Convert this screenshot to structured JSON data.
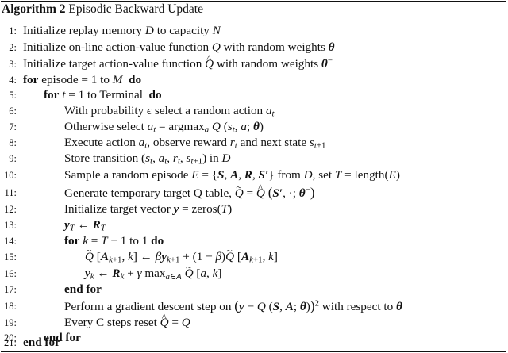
{
  "caption": {
    "label": "Algorithm 2",
    "title": "Episodic Backward Update"
  },
  "keywords": {
    "for": "for",
    "do": "do",
    "end_for": "end for"
  },
  "lines": [
    {
      "n": "1:",
      "text": "Initialize replay memory"
    },
    {
      "n": "2:",
      "text": "Initialize on-line action-value function"
    },
    {
      "n": "3:",
      "text": "Initialize target action-value function"
    },
    {
      "n": "4:",
      "text": "episode = 1 to"
    },
    {
      "n": "5:",
      "text": "to Terminal"
    },
    {
      "n": "6:",
      "text": "With probability"
    },
    {
      "n": "7:",
      "text": "Otherwise select"
    },
    {
      "n": "8:",
      "text": "Execute action"
    },
    {
      "n": "9:",
      "text": "Store transition"
    },
    {
      "n": "10:",
      "text": "Sample a random episode"
    },
    {
      "n": "11:",
      "text": "Generate temporary target Q table,"
    },
    {
      "n": "12:",
      "text": "Initialize target vector"
    },
    {
      "n": "13:",
      "text": ""
    },
    {
      "n": "14:",
      "text": ""
    },
    {
      "n": "15:",
      "text": ""
    },
    {
      "n": "16:",
      "text": ""
    },
    {
      "n": "17:",
      "text": ""
    },
    {
      "n": "18:",
      "text": "Perform a gradient descent step on"
    },
    {
      "n": "19:",
      "text": "Every C steps reset"
    },
    {
      "n": "20:",
      "text": ""
    },
    {
      "n": "21:",
      "text": ""
    }
  ],
  "fragments": {
    "to_capacity": "to capacity",
    "with_random_weights": "with random weights",
    "select_random_action": "select a random action",
    "observe_reward": ", observe reward",
    "and_next_state": "and next state",
    "in": "in",
    "from": "from",
    "set": ", set",
    "length": "length",
    "zeros": "zeros",
    "argmax": "argmax",
    "with_respect_to": "with respect to"
  }
}
